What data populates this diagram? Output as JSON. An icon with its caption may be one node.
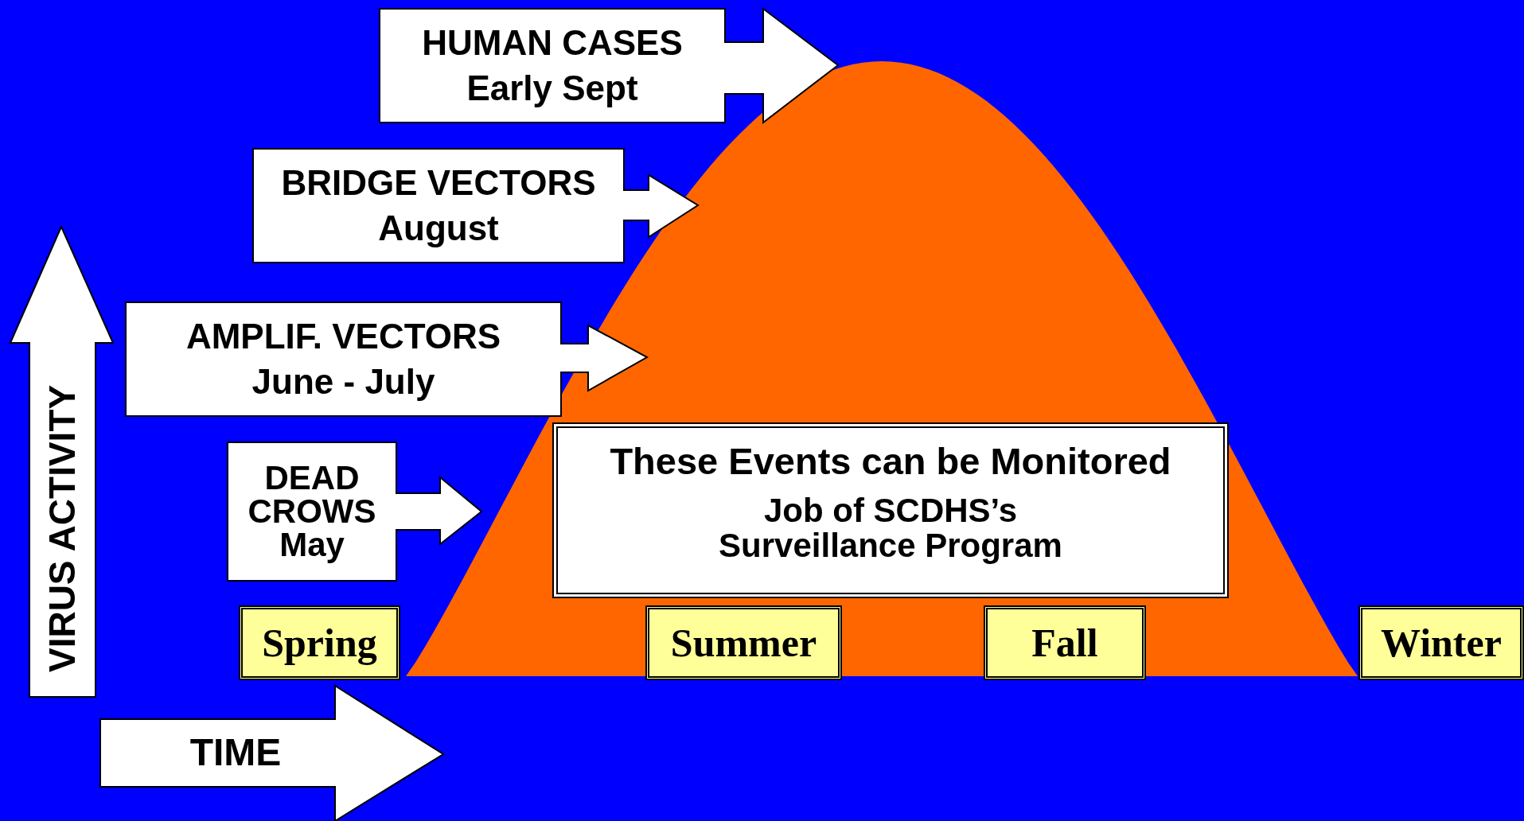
{
  "diagram": {
    "nodes": [
      {
        "text": [
          "HUMAN CASES",
          "Early Sept"
        ]
      },
      {
        "text": [
          "BRIDGE VECTORS",
          "August"
        ]
      },
      {
        "text": [
          "AMPLIF. VECTORS",
          "June - July"
        ]
      },
      {
        "text": [
          "DEAD CROWS",
          "May"
        ]
      },
      {
        "text": [
          "These Events can be Monitored",
          "Job of SCDHS’s Surveillance Program"
        ]
      },
      {
        "text": [
          "Spring"
        ]
      },
      {
        "text": [
          "Summer"
        ]
      },
      {
        "text": [
          "Fall"
        ]
      },
      {
        "text": [
          "Winter"
        ]
      },
      {
        "text": [
          "VIRUS ACTIVITY"
        ]
      },
      {
        "text": [
          "TIME"
        ]
      }
    ]
  }
}
